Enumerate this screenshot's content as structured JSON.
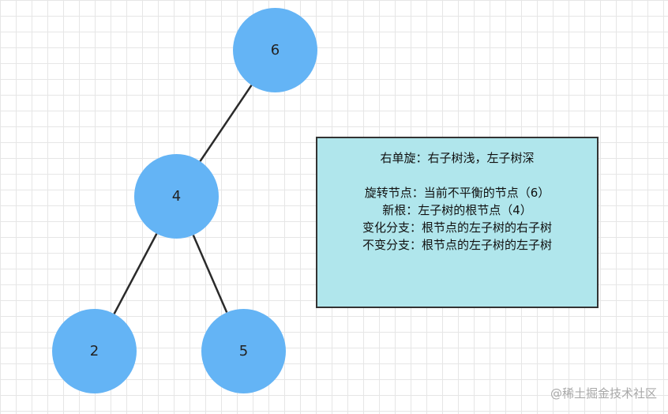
{
  "tree": {
    "nodes": [
      {
        "id": "n6",
        "label": "6"
      },
      {
        "id": "n4",
        "label": "4"
      },
      {
        "id": "n2",
        "label": "2"
      },
      {
        "id": "n5",
        "label": "5"
      }
    ],
    "edges": [
      {
        "from": "n6",
        "to": "n4"
      },
      {
        "from": "n4",
        "to": "n2"
      },
      {
        "from": "n4",
        "to": "n5"
      }
    ]
  },
  "note": {
    "title": "右单旋：右子树浅，左子树深",
    "rotation_node": "旋转节点：当前不平衡的节点（6）",
    "new_root": "新根：左子树的根节点（4）",
    "changed_branch": "变化分支：根节点的左子树的右子树",
    "unchanged_branch": "不变分支：根节点的左子树的左子树"
  },
  "watermark": "@稀土掘金技术社区",
  "colors": {
    "node_fill": "#64b4f5",
    "note_fill": "#b0e6ec",
    "edge": "#2a2a2a"
  }
}
